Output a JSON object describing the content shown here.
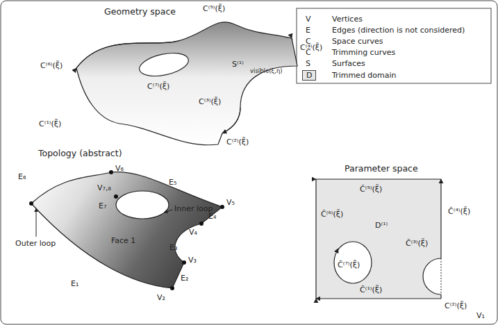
{
  "diagram": {
    "labels": [
      "Geometry space",
      "C⁽⁵⁾(ξ̃)",
      "C⁽⁶⁾(ξ̃)",
      "C⁽⁷⁾(ξ̃)",
      "S⁽¹⁾",
      "visible(ξ,η)",
      "C⁽⁴⁾(ξ̃)",
      "C⁽¹⁾(ξ̃)",
      "C⁽³⁾(ξ̃)",
      "C⁽²⁾(ξ̃)",
      "Topology (abstract)",
      "V₆",
      "V₇,₈",
      "E₆",
      "E₅",
      "E₇",
      "Inner loop",
      "V₅",
      "E₄",
      "V₄",
      "E₃",
      "Outer loop",
      "Face 1",
      "E₁",
      "V₃",
      "E₂",
      "V₂",
      "Parameter space",
      "C̃⁽⁵⁾(ξ̃)",
      "C̃⁽⁶⁾(ξ̃)",
      "D⁽¹⁾",
      "C̃⁽⁴⁾(ξ̃)",
      "C̃⁽³⁾(ξ̃)",
      "C̃⁽⁷⁾(ξ̃)",
      "C̃⁽¹⁾(ξ̃)",
      "C⁽²⁾(ξ̃)",
      "V₁",
      "V",
      "E",
      "C",
      "C̃",
      "S",
      "D"
    ],
    "legend": [
      {
        "text": "Vertices"
      },
      {
        "text": "Edges (direction is not considered)"
      },
      {
        "text": "Space curves"
      },
      {
        "text": "Trimming curves"
      },
      {
        "text": "Surfaces"
      },
      {
        "text": "Trimmed domain",
        "color": "#e6e6e6"
      }
    ]
  }
}
